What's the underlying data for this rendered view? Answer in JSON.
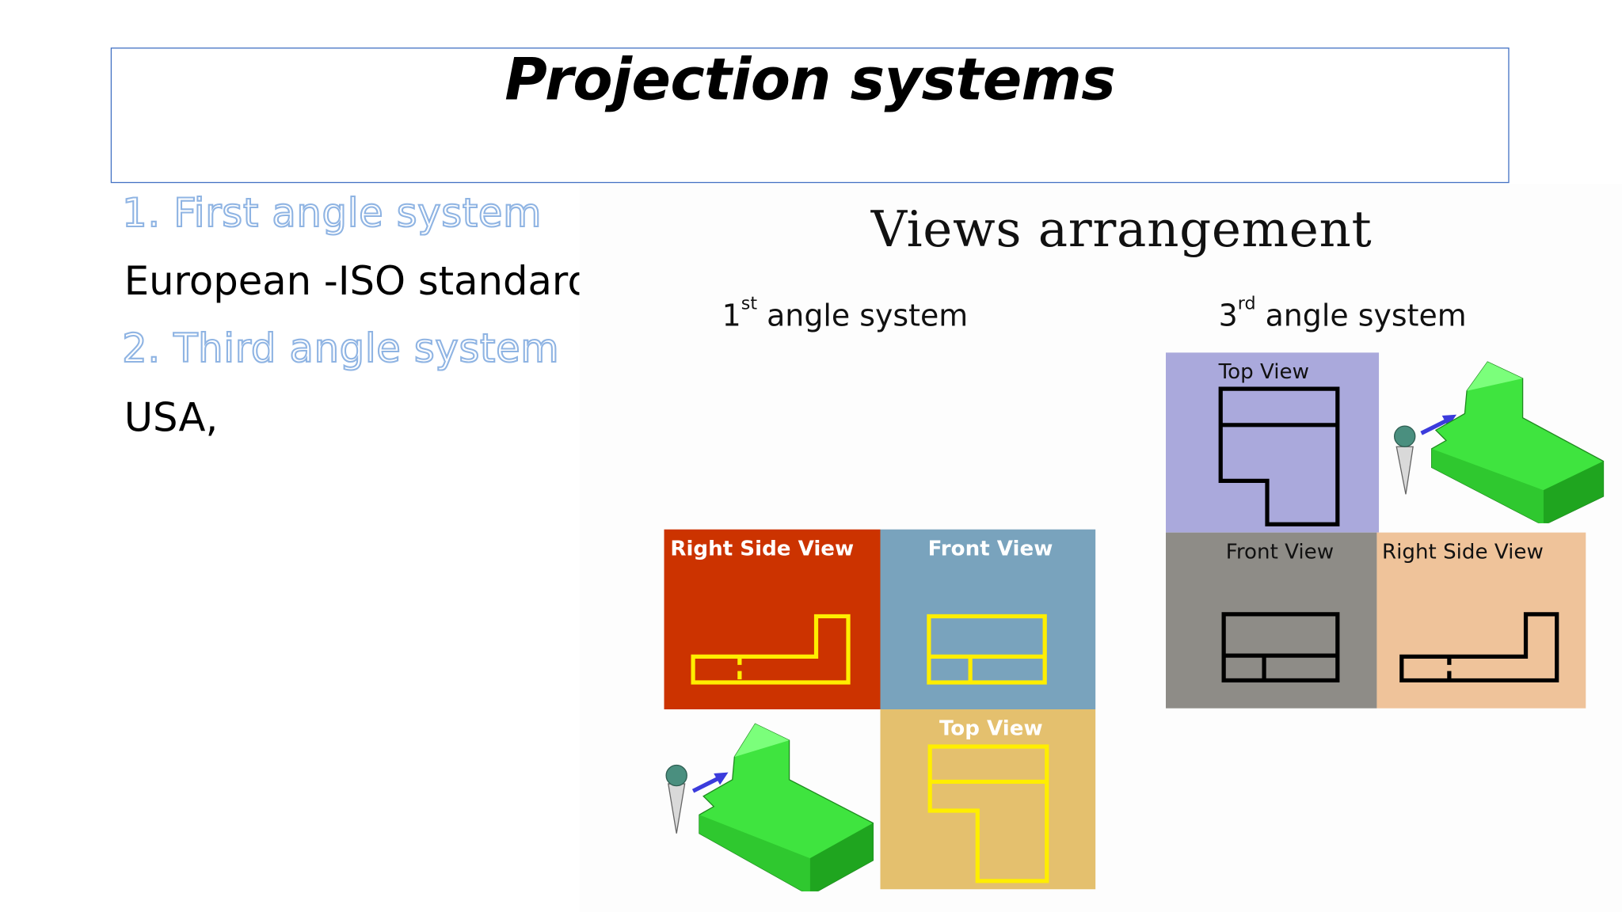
{
  "slide": {
    "title": "Projection systems",
    "items": [
      {
        "heading": "1.   First angle system",
        "text": "European -ISO standard"
      },
      {
        "heading": "2. Third angle system",
        "text": "USA,"
      }
    ]
  },
  "figure": {
    "title": "Views arrangement",
    "first_angle": {
      "number": "1",
      "suffix": "st",
      "label": " angle system",
      "panels": {
        "right_side": "Right Side View",
        "front": "Front View",
        "top": "Top View"
      }
    },
    "third_angle": {
      "number": "3",
      "suffix": "rd",
      "label": " angle system",
      "panels": {
        "top": "Top View",
        "front": "Front View",
        "right_side": "Right Side View"
      }
    }
  },
  "colors": {
    "title_border": "#4472c4",
    "heading_outline": "#8fb4e3",
    "red_panel": "#cc3300",
    "blue_panel": "#79a3bd",
    "tan_panel": "#e4c06e",
    "lavender_panel": "#aaa9dc",
    "gray_panel": "#8e8c87",
    "peach_panel": "#efc39a",
    "view_line_first": "#ffee00",
    "view_line_third": "#000000",
    "block_green": "#3fe43f"
  }
}
